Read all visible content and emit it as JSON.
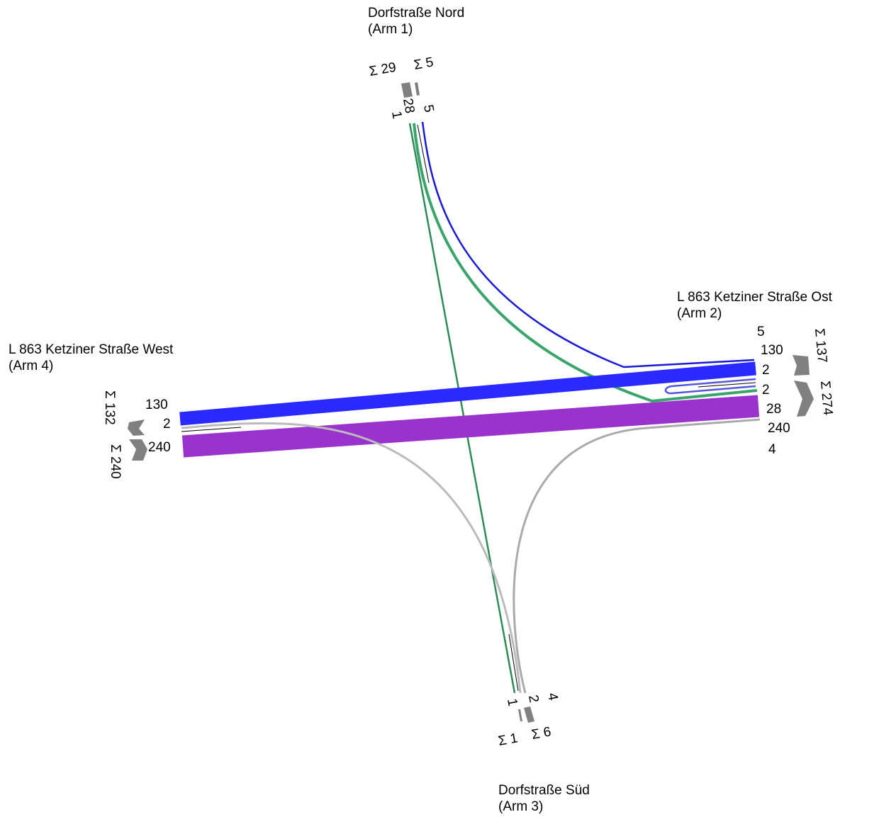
{
  "arms": {
    "north": {
      "name": "Dorfstraße Nord",
      "arm": "(Arm 1)",
      "sum_in": "Σ 29",
      "sum_out": "Σ 5",
      "lane_in": "28",
      "lane_in2": "1",
      "lane_out": "5"
    },
    "east": {
      "name": "L 863 Ketziner Straße Ost",
      "arm": "(Arm 2)",
      "sum_out": "Σ 137",
      "sum_in": "Σ 274",
      "values": [
        "5",
        "130",
        "2",
        "2",
        "28",
        "240",
        "4"
      ]
    },
    "south": {
      "name": "Dorfstraße Süd",
      "arm": "(Arm 3)",
      "sum_in": "Σ 1",
      "sum_out": "Σ 6",
      "lane_1": "1",
      "lane_2": "2",
      "lane_4": "4"
    },
    "west": {
      "name": "L 863 Ketziner Straße West",
      "arm": "(Arm 4)",
      "sum_out": "Σ 132",
      "sum_in": "Σ 240",
      "values": [
        "130",
        "2",
        "240"
      ]
    }
  },
  "flows": [
    {
      "from": "Arm 1",
      "to": "Arm 2",
      "volume": 5,
      "color": "#1a1ad6"
    },
    {
      "from": "Arm 1",
      "to": "Arm 2",
      "volume": 28,
      "color": "#3aa56a"
    },
    {
      "from": "Arm 1",
      "to": "Arm 3",
      "volume": 1,
      "color": "#2e8b57"
    },
    {
      "from": "Arm 2",
      "to": "Arm 4",
      "volume": 130,
      "color": "#2a2aff"
    },
    {
      "from": "Arm 2",
      "to": "Arm 2",
      "volume": 2,
      "color": "#5555dd"
    },
    {
      "from": "Arm 4",
      "to": "Arm 2",
      "volume": 240,
      "color": "#9933cc"
    },
    {
      "from": "Arm 3",
      "to": "Arm 2",
      "volume": 4,
      "color": "#aaaaaa"
    },
    {
      "from": "Arm 4",
      "to": "Arm 3",
      "volume": 2,
      "color": "#bbbbbb"
    }
  ],
  "colors": {
    "arrow": "#808080"
  }
}
